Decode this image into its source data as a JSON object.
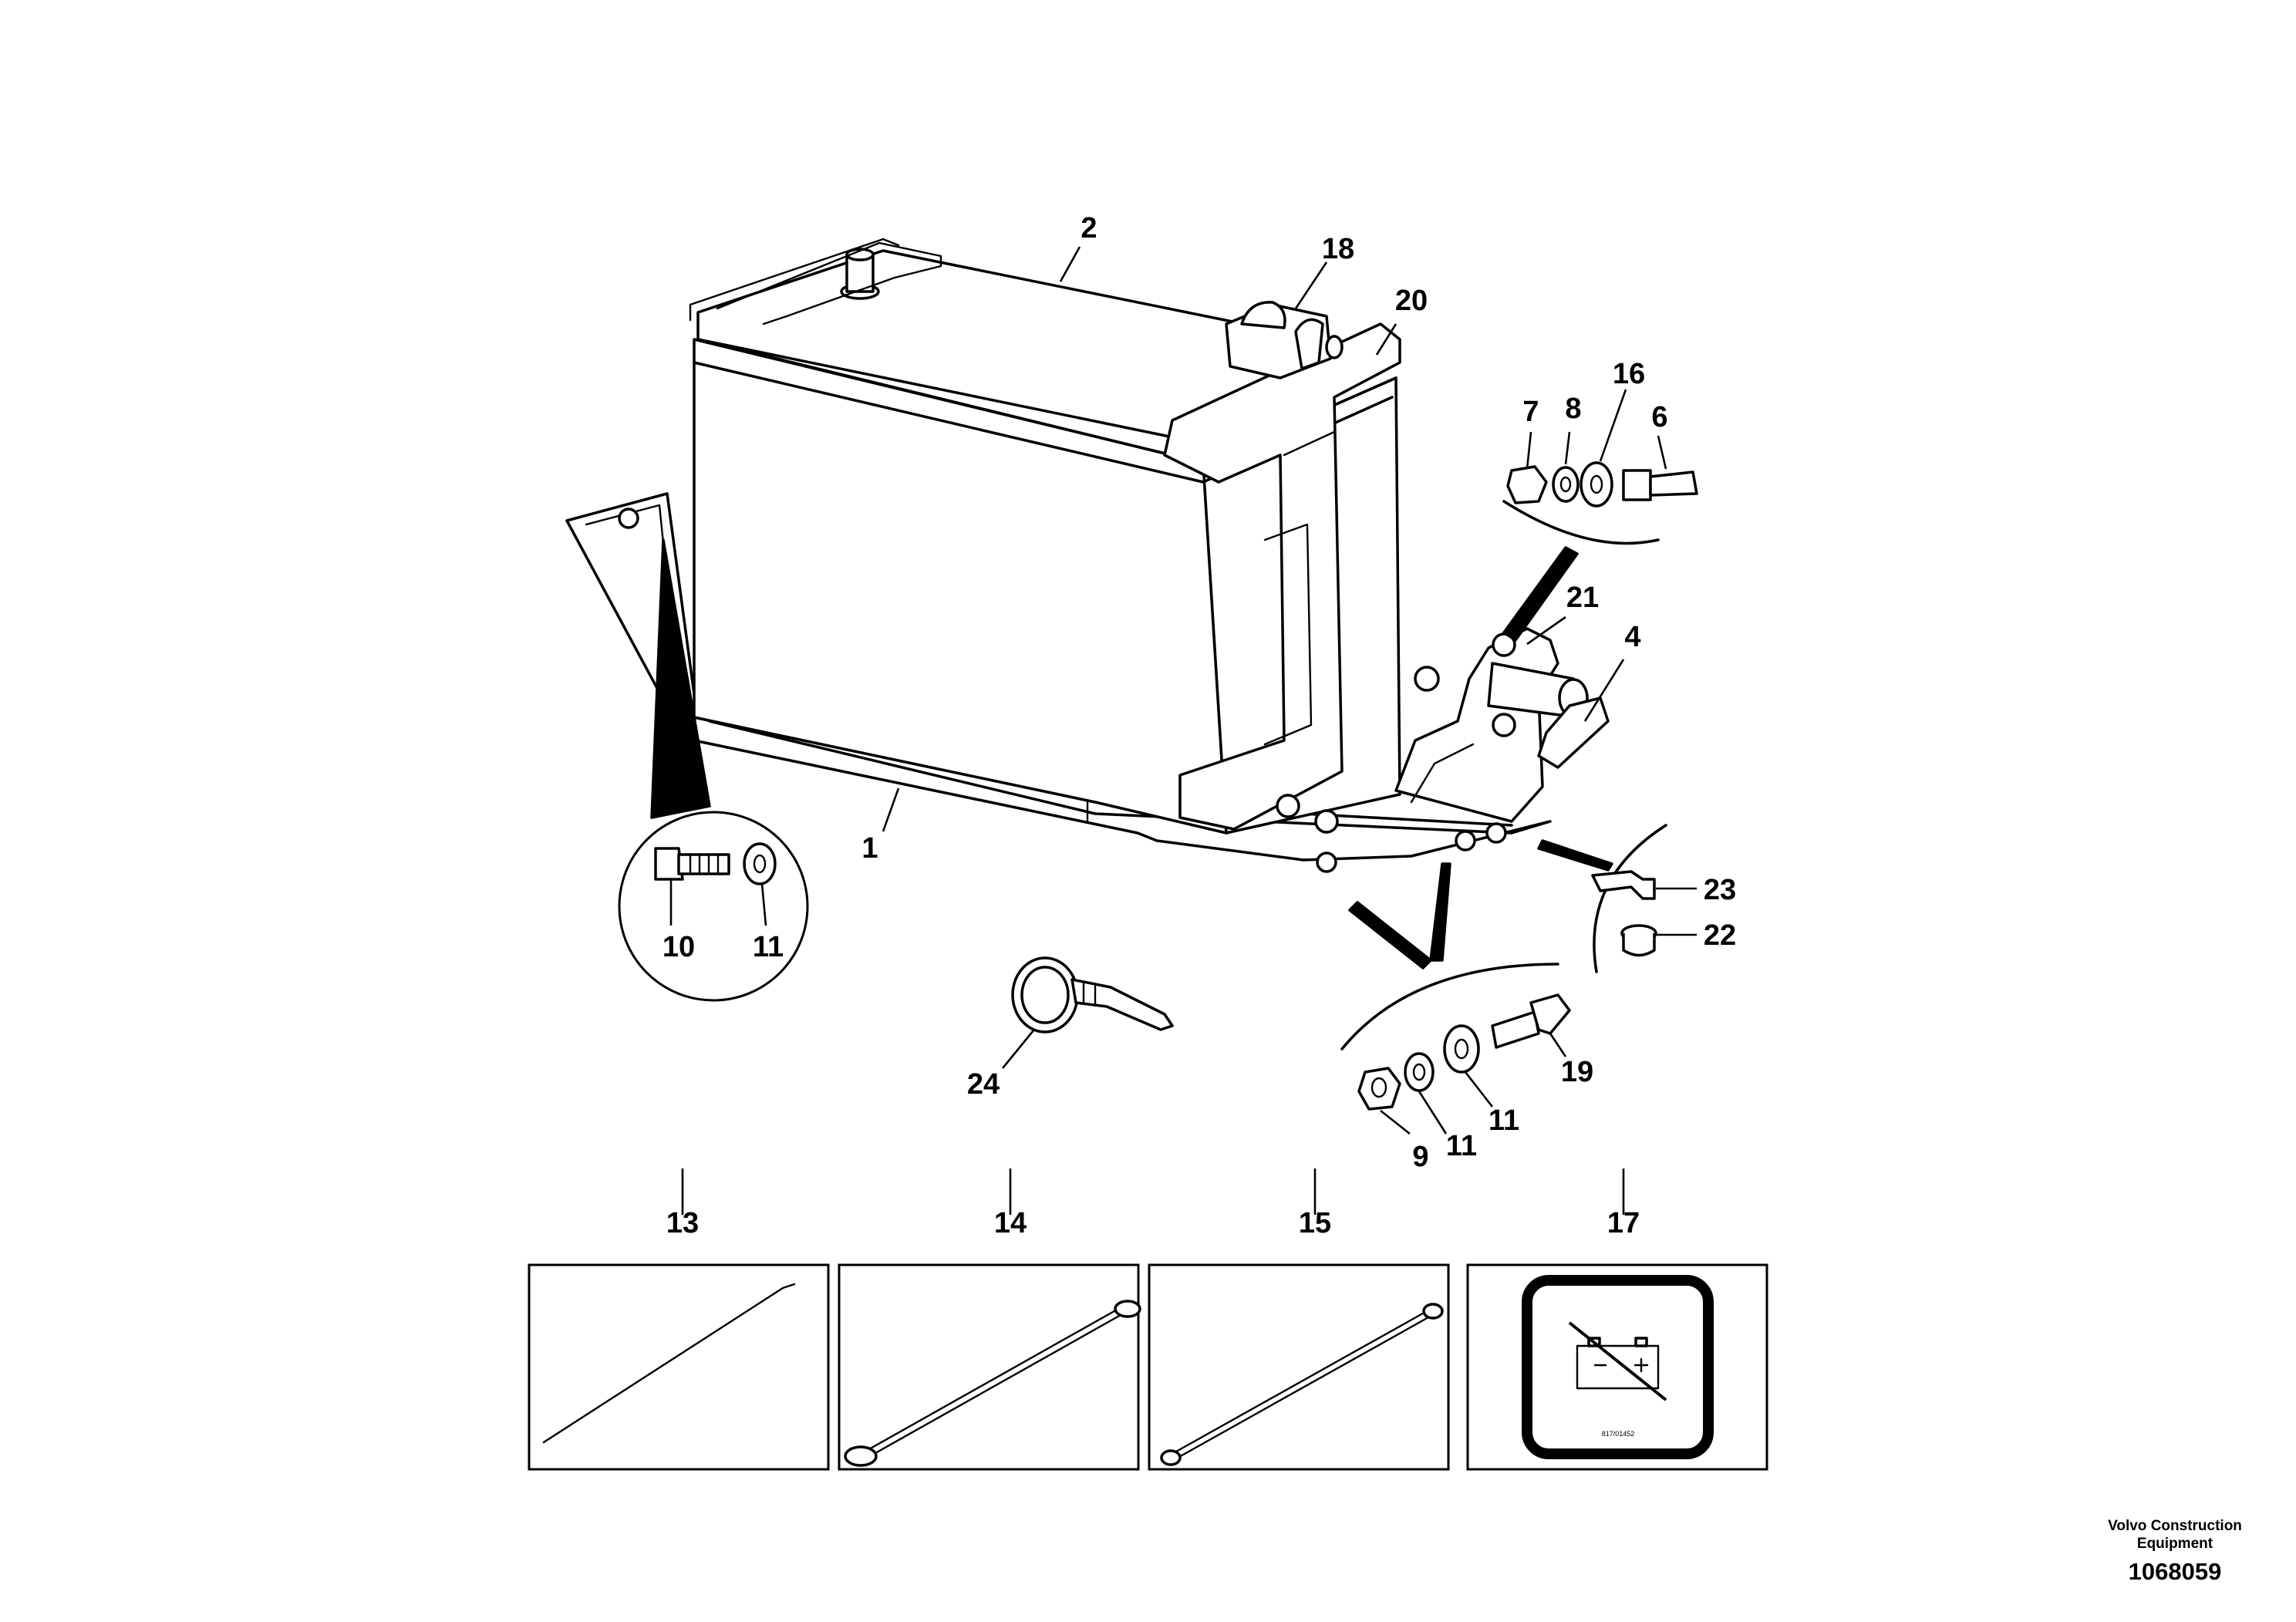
{
  "callouts": {
    "c1": "1",
    "c2": "2",
    "c4": "4",
    "c6": "6",
    "c7": "7",
    "c8": "8",
    "c9": "9",
    "c10": "10",
    "c11a": "11",
    "c11b": "11",
    "c11c": "11",
    "c13": "13",
    "c14": "14",
    "c15": "15",
    "c16": "16",
    "c17": "17",
    "c18": "18",
    "c19": "19",
    "c20": "20",
    "c21": "21",
    "c22": "22",
    "c23": "23",
    "c24": "24"
  },
  "decal_code": "817/01452",
  "footer": {
    "brand_line1": "Volvo Construction",
    "brand_line2": "Equipment",
    "doc_number": "1068059"
  }
}
